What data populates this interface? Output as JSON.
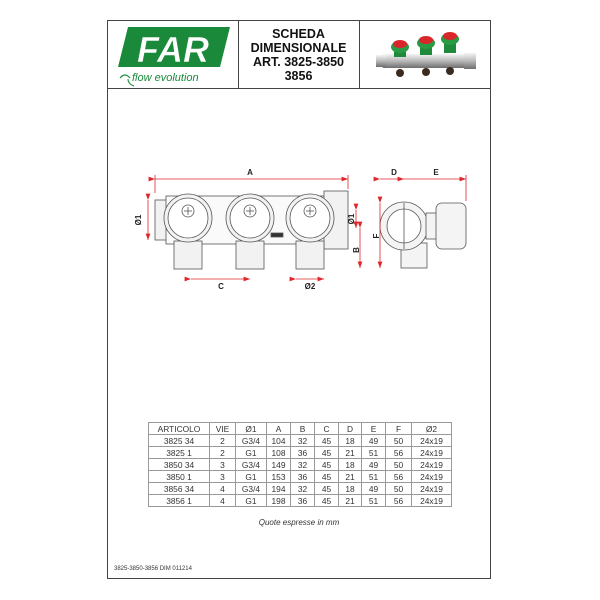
{
  "header": {
    "logo": {
      "brand": "FAR",
      "tagline": "flow evolution",
      "color": "#1a8a3a"
    },
    "title_lines": [
      "SCHEDA",
      "DIMENSIONALE",
      "ART. 3825-3850",
      "3856"
    ],
    "product_image": "manifold-with-three-green-red-valve-knobs"
  },
  "drawing": {
    "labels": {
      "A": "A",
      "C": "C",
      "d2": "Ø2",
      "d1_left": "Ø1",
      "d1_right": "Ø1",
      "B": "B",
      "F": "F",
      "D": "D",
      "E": "E"
    },
    "dimension_color": "#e0262b"
  },
  "table": {
    "headers": [
      "ARTICOLO",
      "VIE",
      "Ø1",
      "A",
      "B",
      "C",
      "D",
      "E",
      "F",
      "Ø2"
    ],
    "rows": [
      [
        "3825 34",
        "2",
        "G3/4",
        "104",
        "32",
        "45",
        "18",
        "49",
        "50",
        "24x19"
      ],
      [
        "3825 1",
        "2",
        "G1",
        "108",
        "36",
        "45",
        "21",
        "51",
        "56",
        "24x19"
      ],
      [
        "3850 34",
        "3",
        "G3/4",
        "149",
        "32",
        "45",
        "18",
        "49",
        "50",
        "24x19"
      ],
      [
        "3850 1",
        "3",
        "G1",
        "153",
        "36",
        "45",
        "21",
        "51",
        "56",
        "24x19"
      ],
      [
        "3856 34",
        "4",
        "G3/4",
        "194",
        "32",
        "45",
        "18",
        "49",
        "50",
        "24x19"
      ],
      [
        "3856 1",
        "4",
        "G1",
        "198",
        "36",
        "45",
        "21",
        "51",
        "56",
        "24x19"
      ]
    ]
  },
  "note": "Quote espresse in mm",
  "footer": "3825-3850-3856 DIM 011214"
}
